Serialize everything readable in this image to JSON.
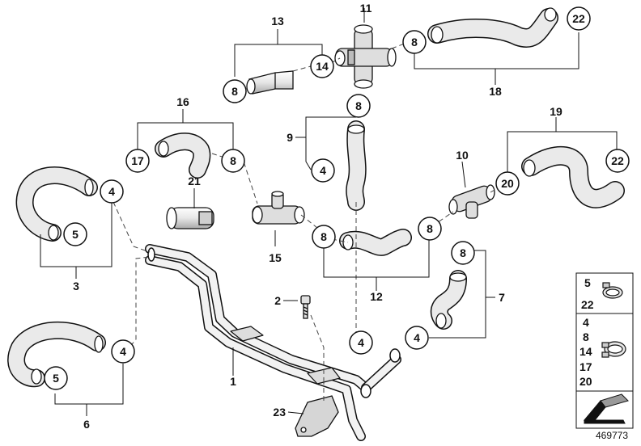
{
  "callouts": {
    "c1": "1",
    "c2": "2",
    "c3": "3",
    "c4a": "4",
    "c4b": "4",
    "c4c": "4",
    "c4d": "4",
    "c4e": "4",
    "c5a": "5",
    "c5b": "5",
    "c6": "6",
    "c7": "7",
    "c8a": "8",
    "c8b": "8",
    "c8c": "8",
    "c8d": "8",
    "c8e": "8",
    "c8f": "8",
    "c8g": "8",
    "c9": "9",
    "c10": "10",
    "c11": "11",
    "c12": "12",
    "c13": "13",
    "c14": "14",
    "c15": "15",
    "c16": "16",
    "c17": "17",
    "c18": "18",
    "c19": "19",
    "c20": "20",
    "c21": "21",
    "c22a": "22",
    "c22b": "22",
    "c23": "23"
  },
  "legend": {
    "group1": [
      "5",
      "22"
    ],
    "group2": [
      "4",
      "8",
      "14",
      "17",
      "20"
    ]
  },
  "reference_number": "469773"
}
